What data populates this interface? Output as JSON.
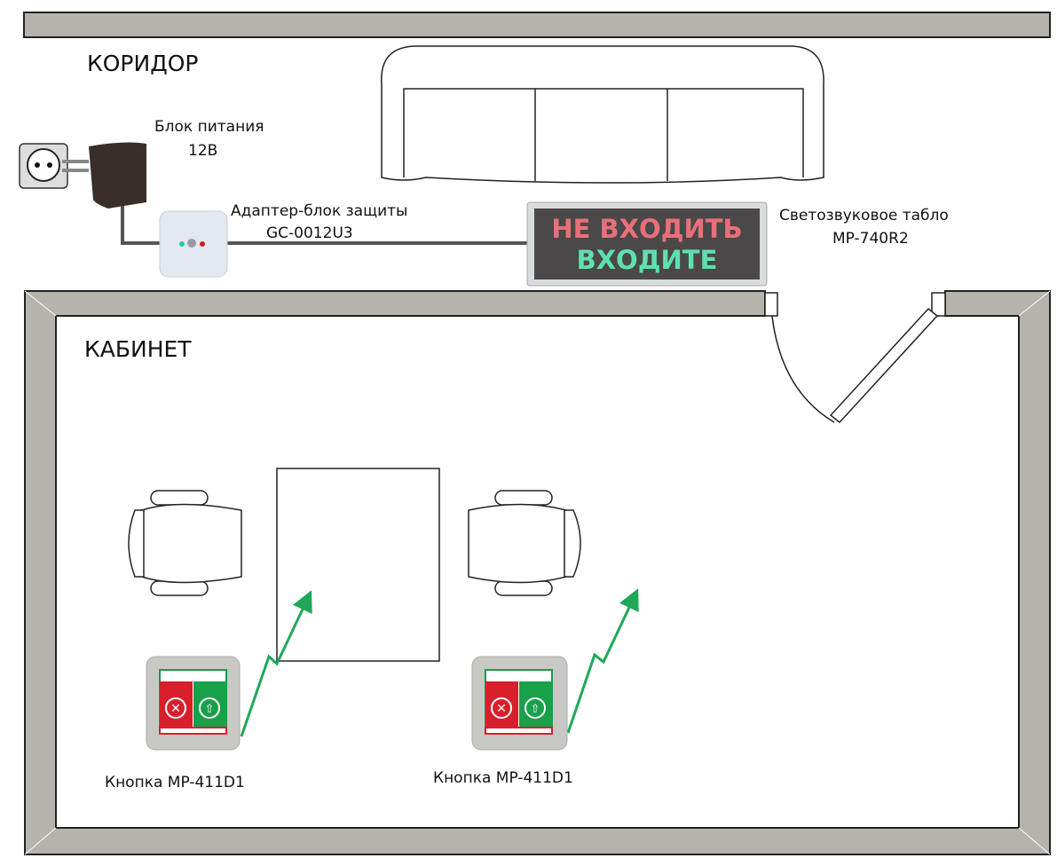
{
  "rooms": {
    "corridor": "КОРИДОР",
    "office": "КАБИНЕТ"
  },
  "devices": {
    "power_supply": {
      "line1": "Блок питания",
      "line2": "12В"
    },
    "adapter": {
      "line1": "Адаптер-блок защиты",
      "line2": "GC-0012U3"
    },
    "display": {
      "line1": "Светозвуковое табло",
      "line2": "MP-740R2",
      "text_red": "НЕ ВХОДИТЬ",
      "text_green": "ВХОДИТЕ"
    },
    "button1": {
      "label": "Кнопка MP-411D1"
    },
    "button2": {
      "label": "Кнопка MP-411D1"
    }
  },
  "colors": {
    "wall": "#b5b3ab",
    "sign_red": "#e8707a",
    "sign_green": "#5fe0b0",
    "signal": "#1fa85a"
  }
}
